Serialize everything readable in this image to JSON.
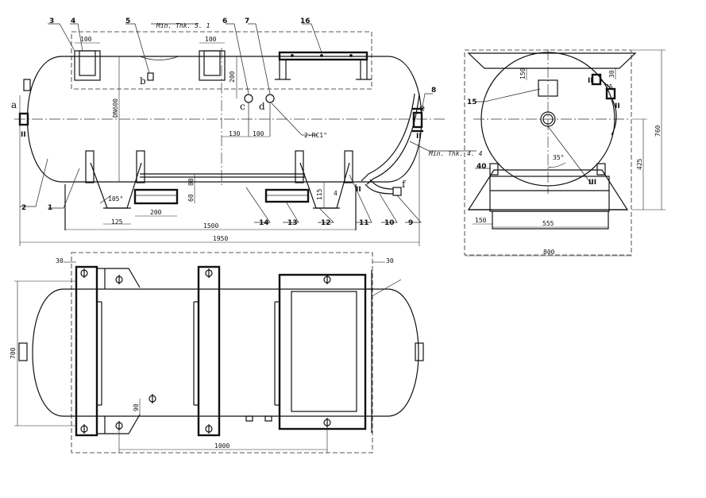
{
  "notes": {
    "min_thk_top": "Min. Thk. 5. 1",
    "min_thk_right": "Min. Thk. 4. 4",
    "rc_label": "2-RC1\""
  },
  "part_numbers": {
    "n1": "1",
    "n2": "2",
    "n3": "3",
    "n4": "4",
    "n5": "5",
    "n6": "6",
    "n7": "7",
    "n8": "8",
    "n9": "9",
    "n10": "10",
    "n11": "11",
    "n12": "12",
    "n13": "13",
    "n14": "14",
    "n15": "15",
    "n16": "16"
  },
  "port_letters": {
    "a": "a",
    "b": "b",
    "c": "c",
    "d": "d",
    "e": "e",
    "f": "f"
  },
  "section_marks": {
    "two": "II",
    "three": "III"
  },
  "front_view_dims": {
    "d100a": "100",
    "d100b": "100",
    "dn600": "DN600",
    "d200v": "200",
    "d130": "130",
    "d100c": "100",
    "d80": "80",
    "d60": "60",
    "d115": "115",
    "d4": "4",
    "ang105": "105°",
    "d125": "125",
    "d200h": "200",
    "d1500": "1500",
    "d1950": "1950"
  },
  "side_view_dims": {
    "d150top": "150",
    "d25": "25",
    "d30": "30",
    "d760": "760",
    "d425": "425",
    "ang35": "35°",
    "d40": "40",
    "d150": "150",
    "d555": "555",
    "d800": "800"
  },
  "top_view_dims": {
    "d30l": "30",
    "d30r": "30",
    "d700": "700",
    "d90": "90",
    "d1000": "1000"
  }
}
